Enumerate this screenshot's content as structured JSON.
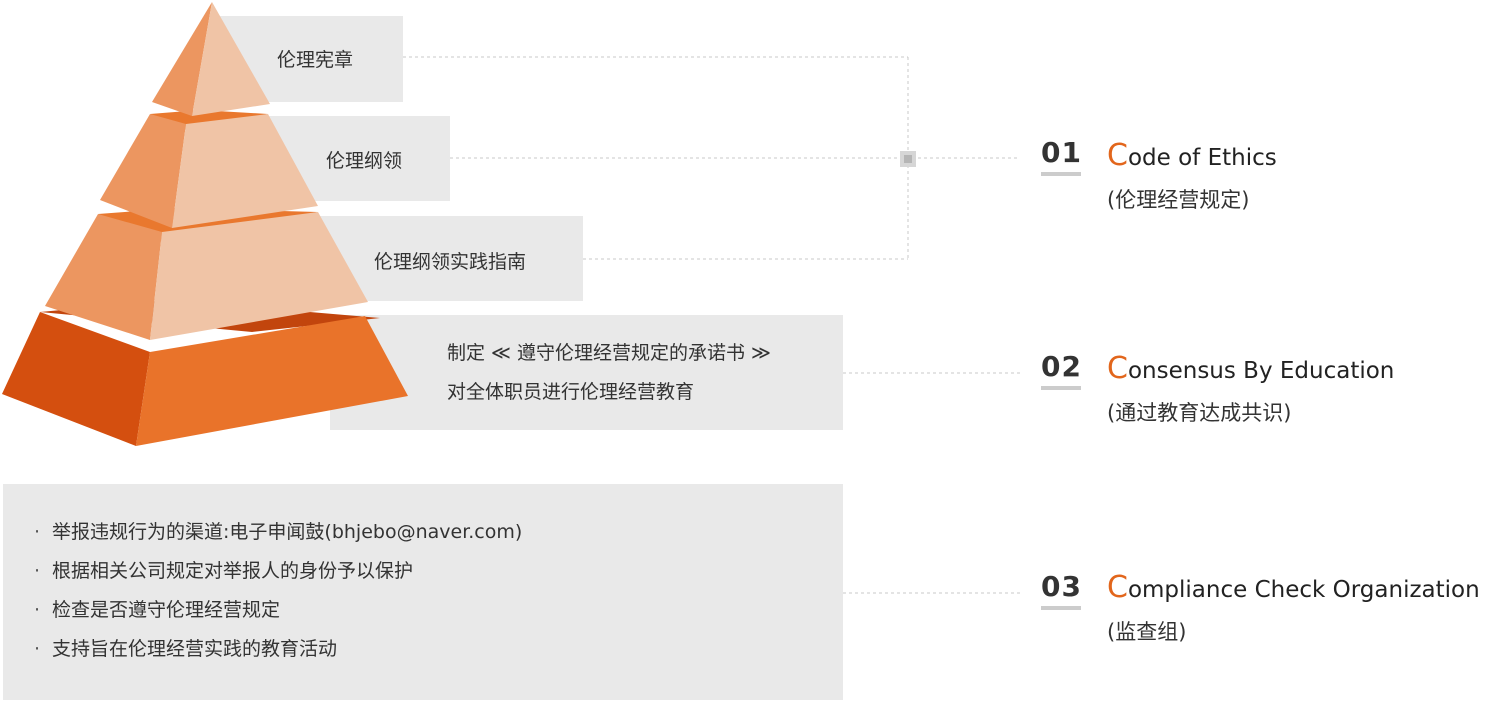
{
  "pyramid": {
    "levels": [
      {
        "label": "伦理宪章"
      },
      {
        "label": "伦理纲领"
      },
      {
        "label": "伦理纲领实践指南"
      },
      {
        "lines": [
          "制定 ≪ 遵守伦理经营规定的承诺书 ≫",
          "对全体职员进行伦理经营教育"
        ]
      }
    ],
    "colors": {
      "light_face": "#f0c4a6",
      "mid_face": "#ec9660",
      "band": "#e9782e",
      "base_front": "#e9732a",
      "base_side": "#d44f0f",
      "base_top": "#c2450d"
    }
  },
  "report_box": {
    "items": [
      "举报违规行为的渠道:电子申闻鼓(bhjebo@naver.com)",
      "根据相关公司规定对举报人的身份予以保护",
      "检查是否遵守伦理经营规定",
      "支持旨在伦理经营实践的教育活动"
    ]
  },
  "categories": [
    {
      "num": "01",
      "initial": "C",
      "rest": "ode of Ethics",
      "sub": "(伦理经营规定)"
    },
    {
      "num": "02",
      "initial": "C",
      "rest": "onsensus By Education",
      "sub": "(通过教育达成共识)"
    },
    {
      "num": "03",
      "initial": "C",
      "rest": "ompliance Check Organization",
      "sub": "(监查组)"
    }
  ],
  "accent_color": "#e2661c"
}
